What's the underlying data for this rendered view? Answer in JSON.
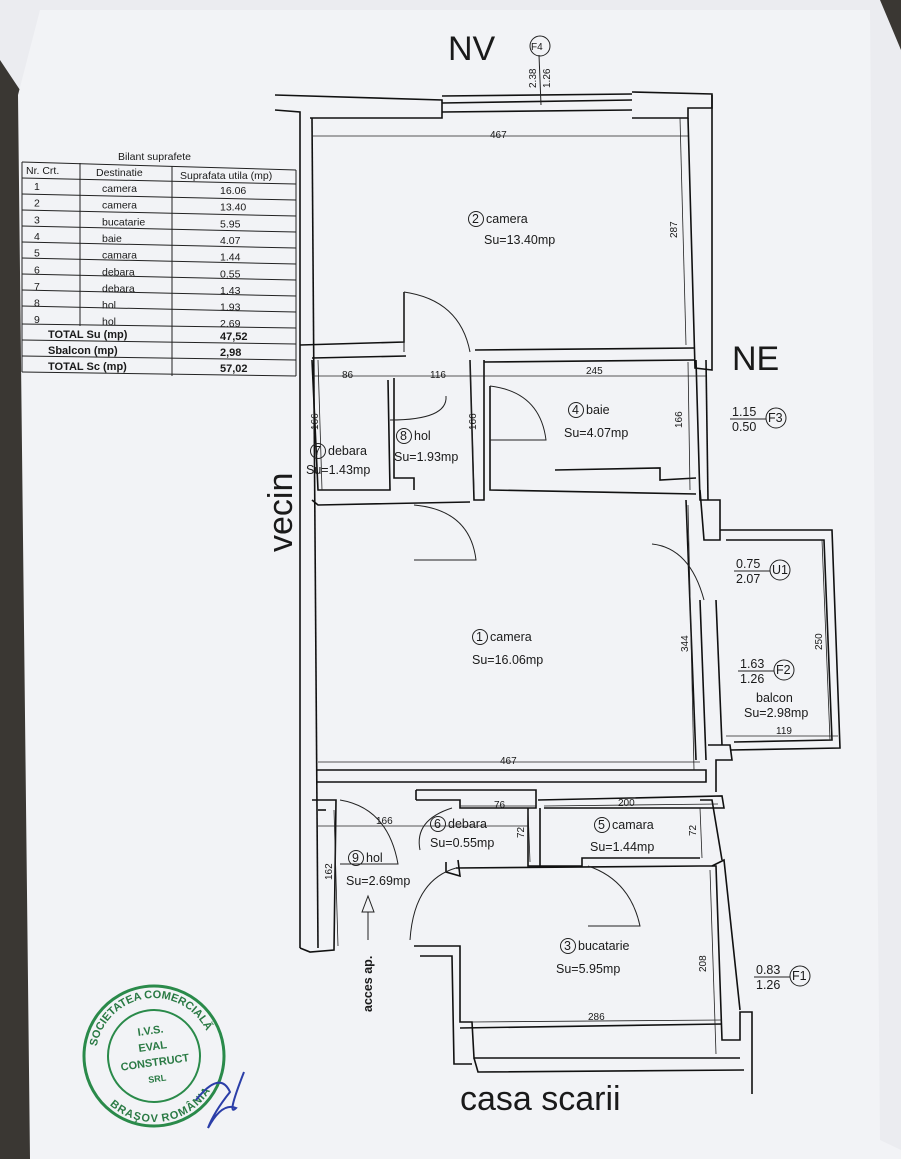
{
  "orientation": {
    "north_west": "NV",
    "north_east": "NE",
    "west": "vecin",
    "south": "casa scarii"
  },
  "table": {
    "title": "Bilant suprafete",
    "headers": [
      "Nr. Crt.",
      "Destinatie",
      "Suprafata utila (mp)"
    ],
    "rows": [
      [
        "1",
        "camera",
        "16.06"
      ],
      [
        "2",
        "camera",
        "13.40"
      ],
      [
        "3",
        "bucatarie",
        "5.95"
      ],
      [
        "4",
        "baie",
        "4.07"
      ],
      [
        "5",
        "camara",
        "1.44"
      ],
      [
        "6",
        "debara",
        "0.55"
      ],
      [
        "7",
        "debara",
        "1.43"
      ],
      [
        "8",
        "hol",
        "1.93"
      ],
      [
        "9",
        "hol",
        "2.69"
      ]
    ],
    "totals": [
      [
        "TOTAL Su (mp)",
        "47,52"
      ],
      [
        "Sbalcon (mp)",
        "2,98"
      ],
      [
        "TOTAL Sc (mp)",
        "57,02"
      ]
    ]
  },
  "rooms": [
    {
      "num": "2",
      "name": "camera",
      "area": "Su=13.40mp"
    },
    {
      "num": "4",
      "name": "baie",
      "area": "Su=4.07mp"
    },
    {
      "num": "7",
      "name": "debara",
      "area": "Su=1.43mp"
    },
    {
      "num": "8",
      "name": "hol",
      "area": "Su=1.93mp"
    },
    {
      "num": "1",
      "name": "camera",
      "area": "Su=16.06mp"
    },
    {
      "num": "6",
      "name": "debara",
      "area": "Su=0.55mp"
    },
    {
      "num": "5",
      "name": "camara",
      "area": "Su=1.44mp"
    },
    {
      "num": "9",
      "name": "hol",
      "area": "Su=2.69mp"
    },
    {
      "num": "3",
      "name": "bucatarie",
      "area": "Su=5.95mp"
    }
  ],
  "balcony": {
    "name": "balcon",
    "area": "Su=2.98mp"
  },
  "openings": [
    {
      "tag": "F4",
      "w": "2.38",
      "h": "1.26"
    },
    {
      "tag": "F3",
      "w": "1.15",
      "h": "0.50"
    },
    {
      "tag": "U1",
      "w": "0.75",
      "h": "2.07"
    },
    {
      "tag": "F2",
      "w": "1.63",
      "h": "1.26"
    },
    {
      "tag": "F1",
      "w": "0.83",
      "h": "1.26"
    }
  ],
  "dimensions": {
    "d467_top": "467",
    "d287": "287",
    "d86": "86",
    "d116": "116",
    "d245": "245",
    "d166_debara": "166",
    "d166_hol": "166",
    "d166_baie": "166",
    "d344": "344",
    "d250": "250",
    "d119": "119",
    "d467_mid": "467",
    "d76": "76",
    "d200": "200",
    "d166_hol9": "166",
    "d72_a": "72",
    "d72_b": "72",
    "d162": "162",
    "d208": "208",
    "d286": "286"
  },
  "entrance": "acces ap.",
  "stamp": {
    "ring_top": "SOCIETATEA COMERCIALĂ",
    "ring_bottom": "BRAŞOV ROMÂNIA",
    "line1": "I.V.S.",
    "line2": "EVAL",
    "line3": "CONSTRUCT",
    "line4": "SRL"
  }
}
